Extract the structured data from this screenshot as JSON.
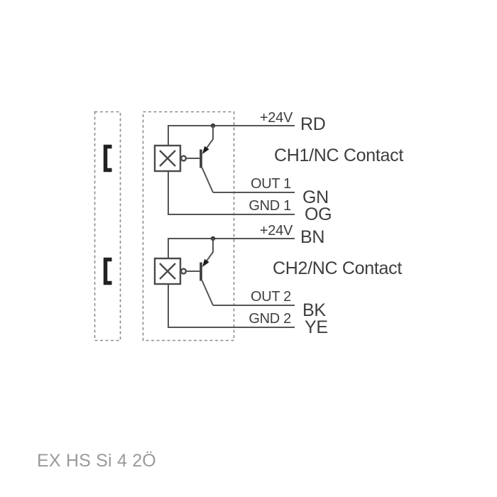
{
  "diagram": {
    "kind": "sensor-wiring-diagram",
    "module_label": "EX HS Si 4 2Ö",
    "channels": [
      {
        "name": "CH1/NC Contact",
        "supply": {
          "label": "+24V",
          "wire_color": "RD"
        },
        "output": {
          "label": "OUT 1",
          "wire_color": "GN"
        },
        "ground": {
          "label": "GND 1",
          "wire_color": "OG"
        }
      },
      {
        "name": "CH2/NC Contact",
        "supply": {
          "label": "+24V",
          "wire_color": "BN"
        },
        "output": {
          "label": "OUT 2",
          "wire_color": "BK"
        },
        "ground": {
          "label": "GND 2",
          "wire_color": "YE"
        }
      }
    ],
    "colors": {
      "wire": "#555555",
      "symbol": "#4a4a4a",
      "text": "#3e3e3e",
      "dashed_outline": "#8c8c8c",
      "module_label": "#9a9a9a",
      "background": "#ffffff"
    }
  }
}
